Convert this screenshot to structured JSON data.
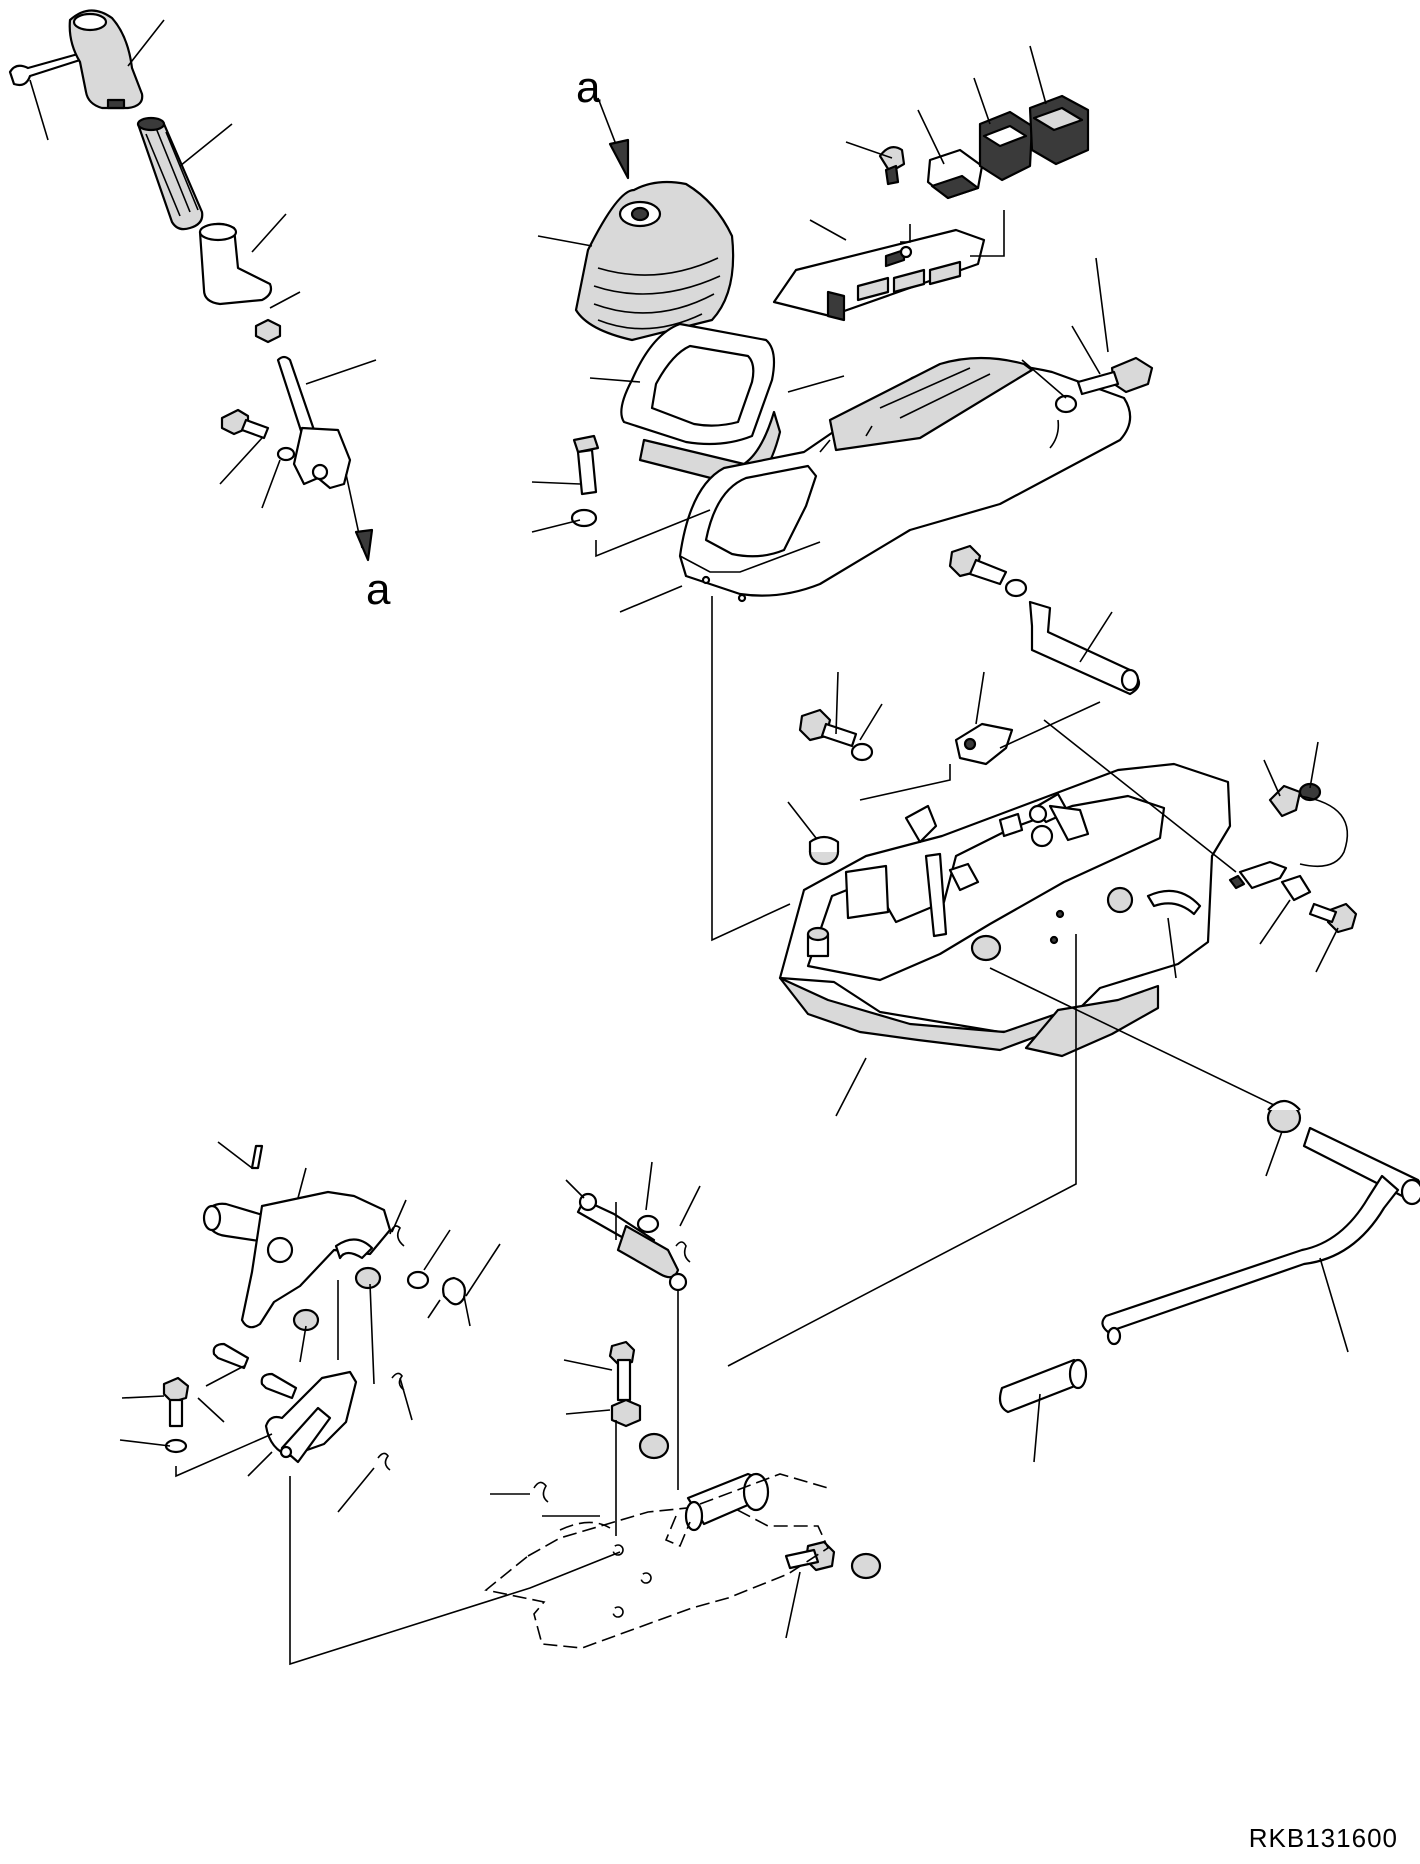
{
  "diagram": {
    "drawing_code": "RKB131600",
    "reference_marks": [
      "a",
      "a"
    ]
  }
}
